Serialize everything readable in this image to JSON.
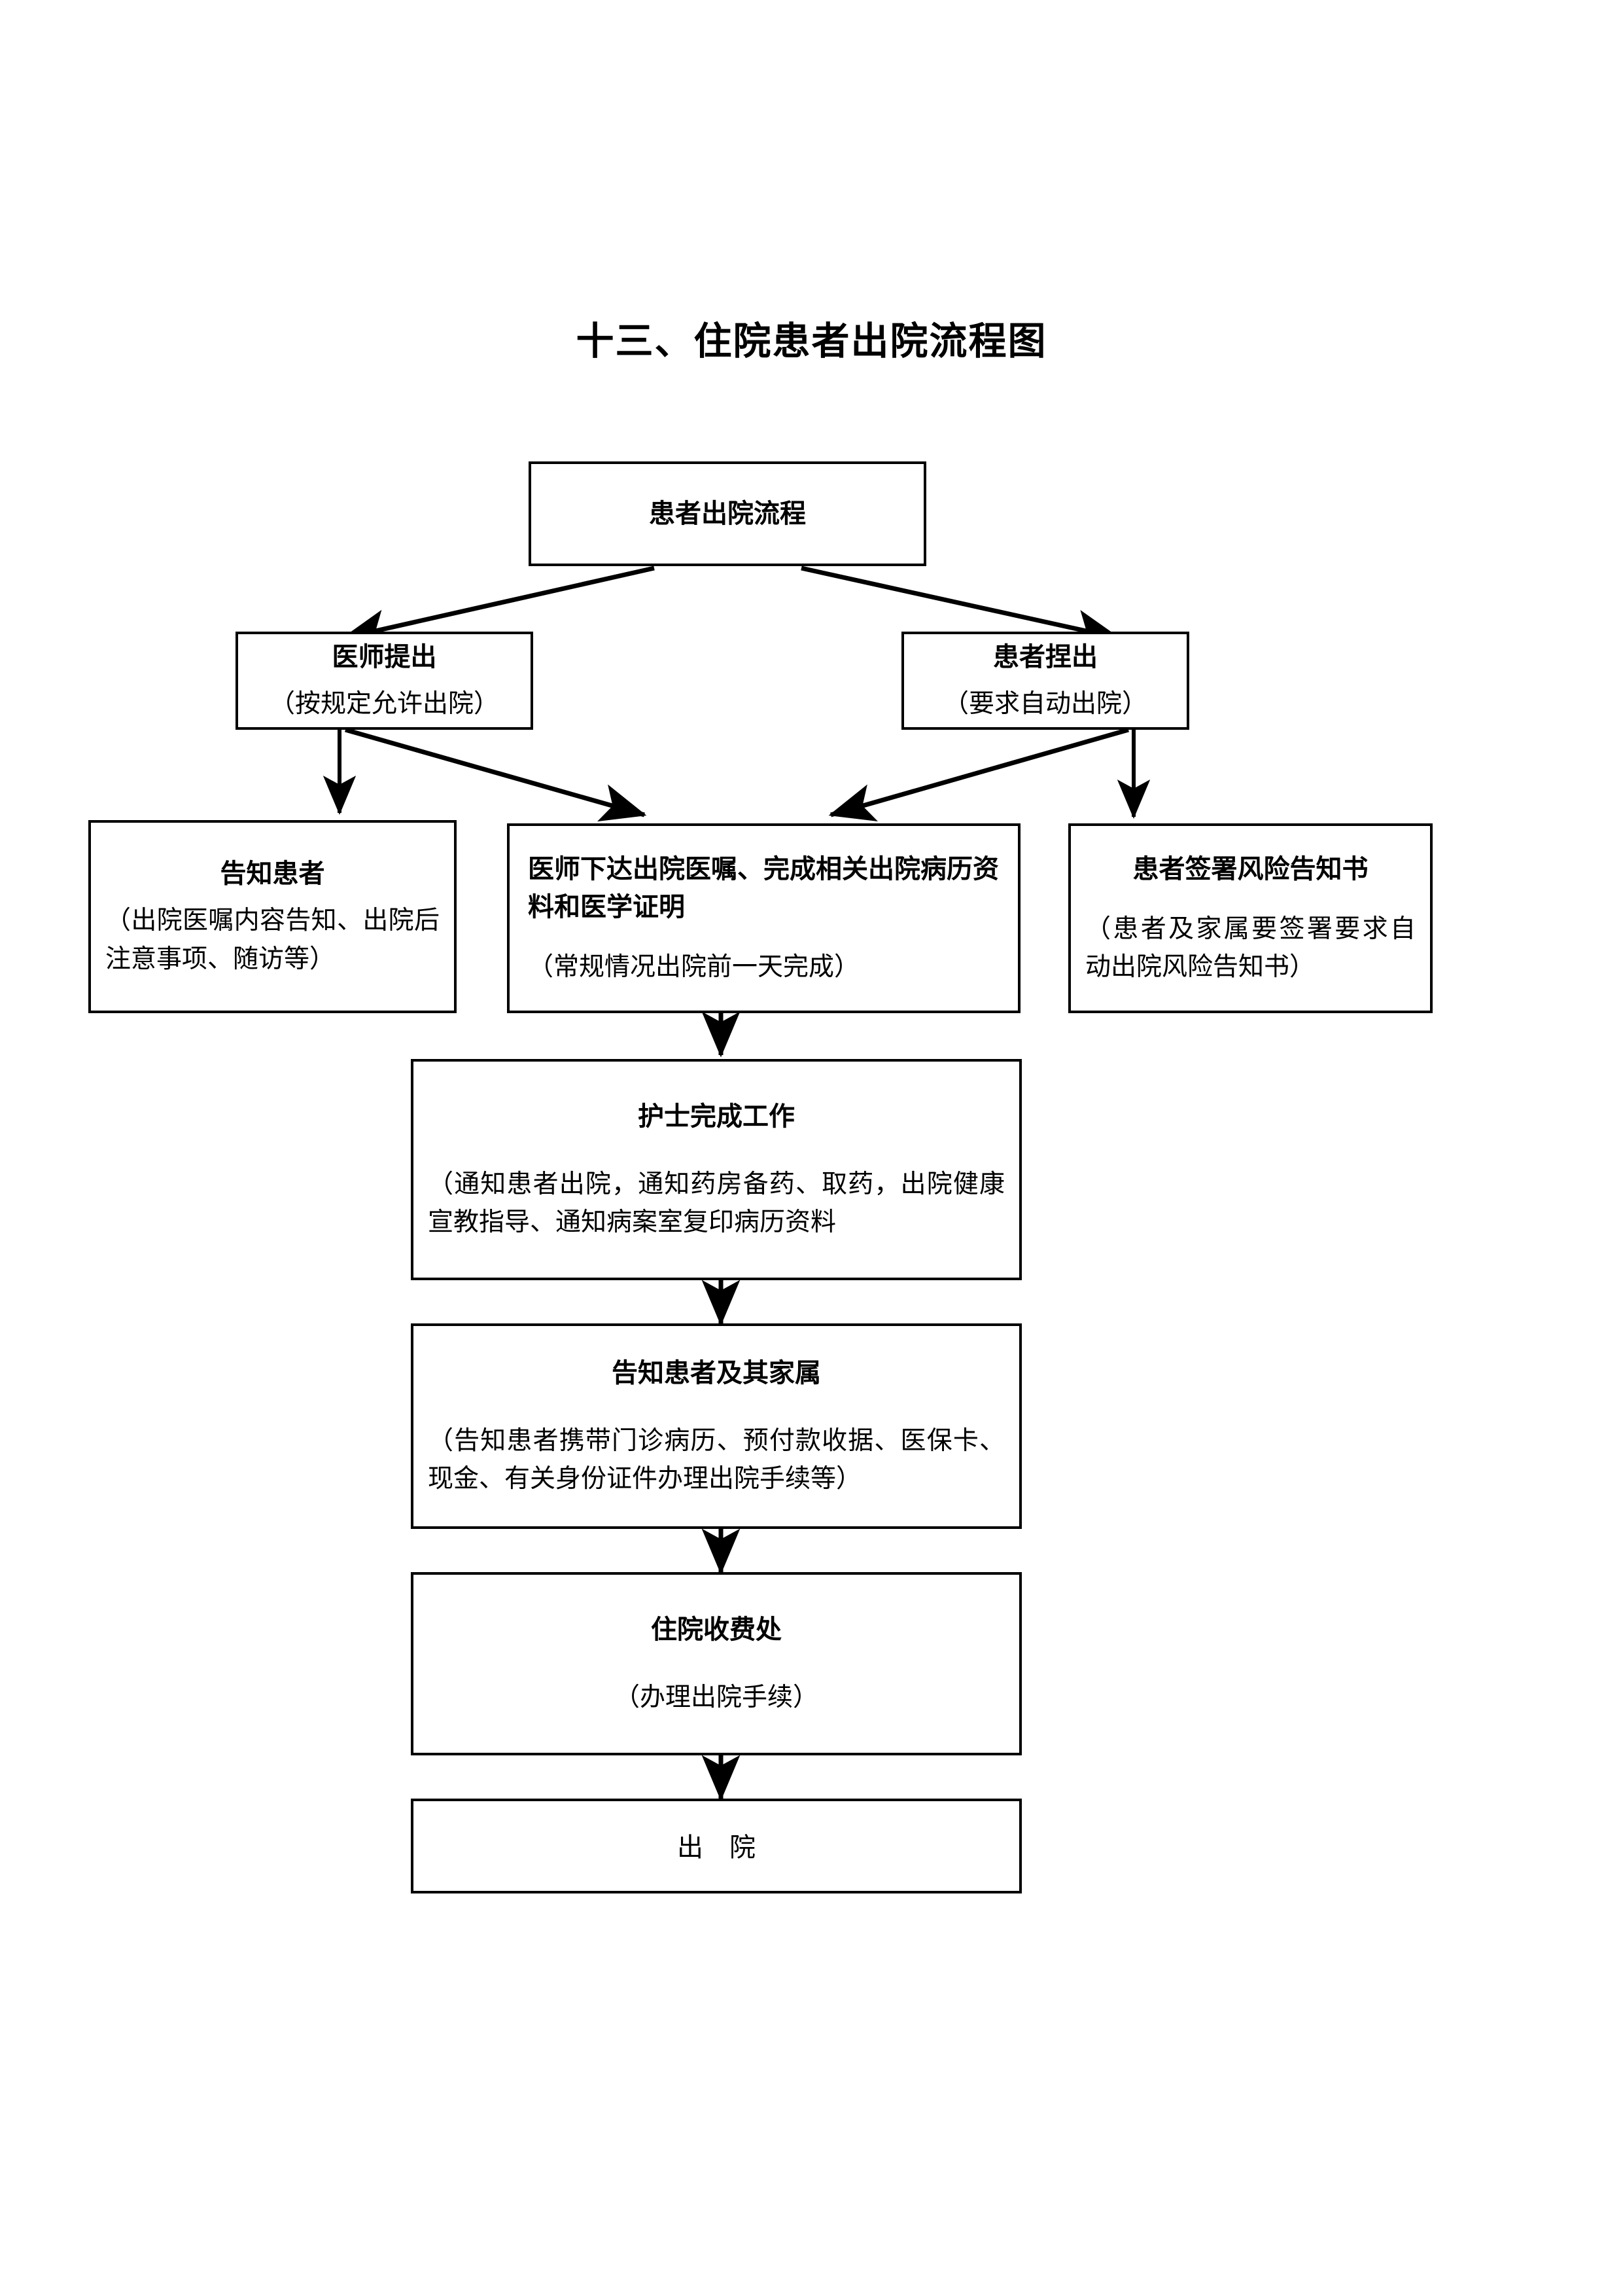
{
  "document": {
    "title": "十三、住院患者出院流程图",
    "page_background": "#ffffff",
    "line_color": "#000000"
  },
  "flowchart": {
    "type": "flowchart",
    "orientation": "top-down",
    "nodes": [
      {
        "id": "start",
        "header": "患者出院流程",
        "sub": ""
      },
      {
        "id": "doctor-proposes",
        "header": "医师提出",
        "sub": "（按规定允许出院）"
      },
      {
        "id": "patient-proposes",
        "header": "患者捏出",
        "sub": "（要求自动出院）"
      },
      {
        "id": "inform-patient",
        "header": "告知患者",
        "sub": "（出院医嘱内容告知、出院后注意事项、随访等）"
      },
      {
        "id": "doctor-orders",
        "header": "医师下达出院医嘱、完成相关出院病历资料和医学证明",
        "sub": "（常规情况出院前一天完成）"
      },
      {
        "id": "risk-notice",
        "header": "患者签署风险告知书",
        "sub": "（患者及家属要签署要求自动出院风险告知书）"
      },
      {
        "id": "nurse-work",
        "header": "护士完成工作",
        "sub": "（通知患者出院，通知药房备药、取药，出院健康宣教指导、通知病案室复印病历资料"
      },
      {
        "id": "inform-family",
        "header": "告知患者及其家属",
        "sub": "（告知患者携带门诊病历、预付款收据、医保卡、现金、有关身份证件办理出院手续等）"
      },
      {
        "id": "cashier",
        "header": "住院收费处",
        "sub": "（办理出院手续）"
      },
      {
        "id": "discharge",
        "header": "出　院",
        "sub": ""
      }
    ],
    "edges": [
      {
        "from": "start",
        "to": "doctor-proposes",
        "style": "arrow-diagonal"
      },
      {
        "from": "start",
        "to": "patient-proposes",
        "style": "arrow-diagonal"
      },
      {
        "from": "doctor-proposes",
        "to": "inform-patient",
        "style": "arrow-vertical"
      },
      {
        "from": "doctor-proposes",
        "to": "doctor-orders",
        "style": "arrow-diagonal"
      },
      {
        "from": "patient-proposes",
        "to": "doctor-orders",
        "style": "arrow-diagonal"
      },
      {
        "from": "patient-proposes",
        "to": "risk-notice",
        "style": "arrow-vertical"
      },
      {
        "from": "doctor-orders",
        "to": "nurse-work",
        "style": "arrow-vertical"
      },
      {
        "from": "nurse-work",
        "to": "inform-family",
        "style": "arrow-vertical"
      },
      {
        "from": "inform-family",
        "to": "cashier",
        "style": "arrow-vertical"
      },
      {
        "from": "cashier",
        "to": "discharge",
        "style": "arrow-vertical"
      }
    ]
  }
}
